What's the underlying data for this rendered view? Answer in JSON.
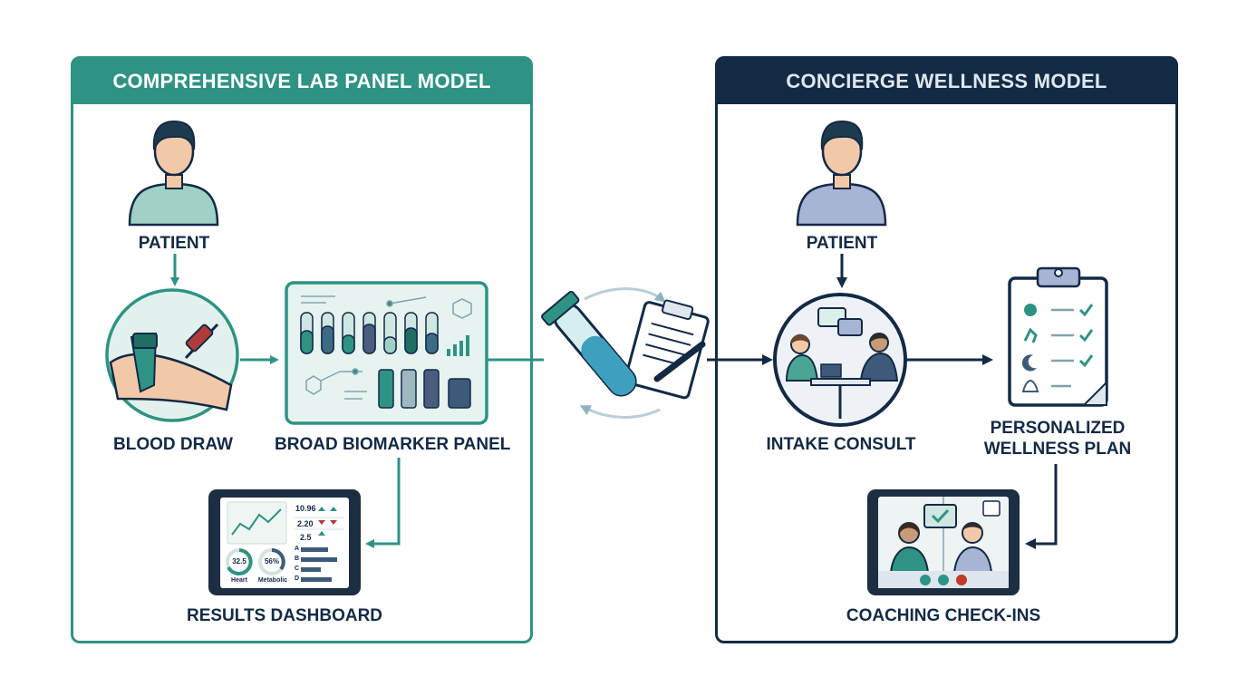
{
  "left_model": {
    "title": "COMPREHENSIVE LAB PANEL MODEL",
    "patient_label": "PATIENT",
    "blood_draw_label": "BLOOD DRAW",
    "biomarker_label": "BROAD BIOMARKER PANEL",
    "dashboard_label": "RESULTS DASHBOARD",
    "dashboard": {
      "values": [
        "10.96",
        "2.20",
        "2.5"
      ],
      "gauge_1_value": "32.5",
      "gauge_1_label": "Heart",
      "gauge_2_value": "56%",
      "gauge_2_label": "Metabolic",
      "bar_labels": [
        "A",
        "B",
        "C",
        "D"
      ]
    }
  },
  "right_model": {
    "title": "CONCIERGE WELLNESS MODEL",
    "patient_label": "PATIENT",
    "intake_label": "INTAKE CONSULT",
    "plan_label_line1": "PERSONALIZED",
    "plan_label_line2": "WELLNESS PLAN",
    "coaching_label": "COACHING CHECK-INS"
  },
  "colors": {
    "teal": "#2e9384",
    "navy": "#132a45",
    "skin": "#f2c9a8",
    "light_teal": "#dceeea"
  }
}
